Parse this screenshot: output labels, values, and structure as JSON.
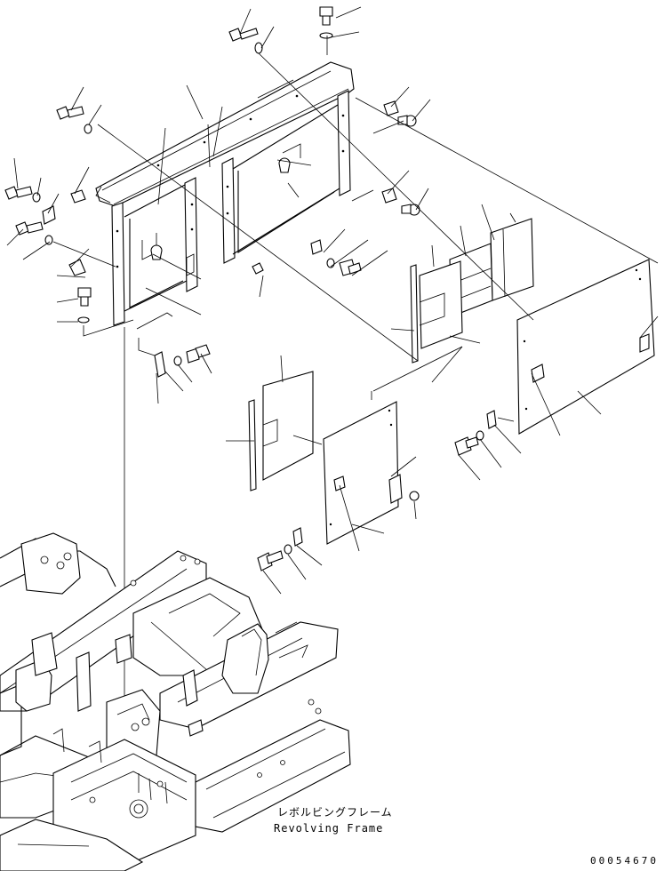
{
  "title_jp": "レボルビングフレーム",
  "title_en": "Revolving Frame",
  "doc_number": "00054670"
}
